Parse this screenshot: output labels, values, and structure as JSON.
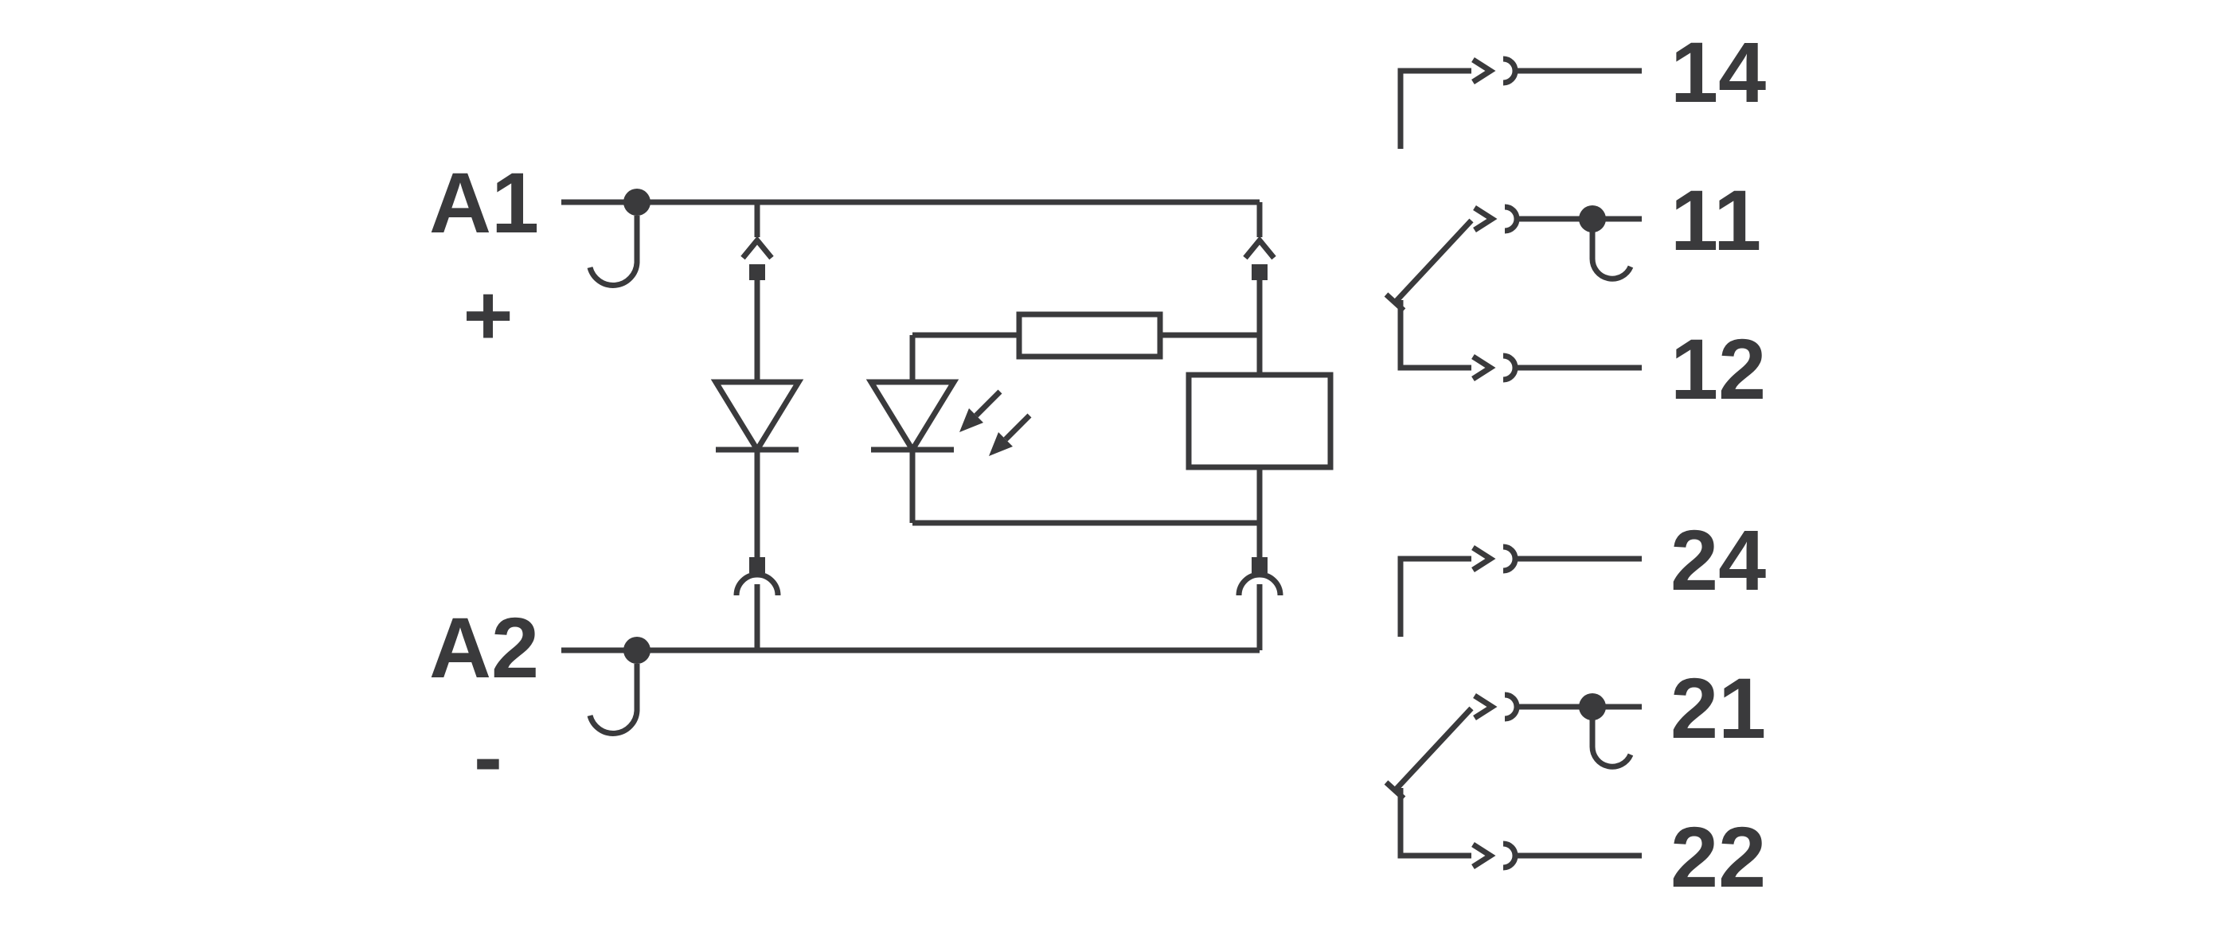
{
  "schematic": {
    "coil_input": {
      "terminal_top": "A1",
      "polarity_top": "+",
      "terminal_bottom": "A2",
      "polarity_bottom": "-"
    },
    "contacts": [
      "14",
      "11",
      "12",
      "24",
      "21",
      "22"
    ]
  },
  "colors": {
    "stroke": "#3a3a3c",
    "background": "#ffffff"
  }
}
